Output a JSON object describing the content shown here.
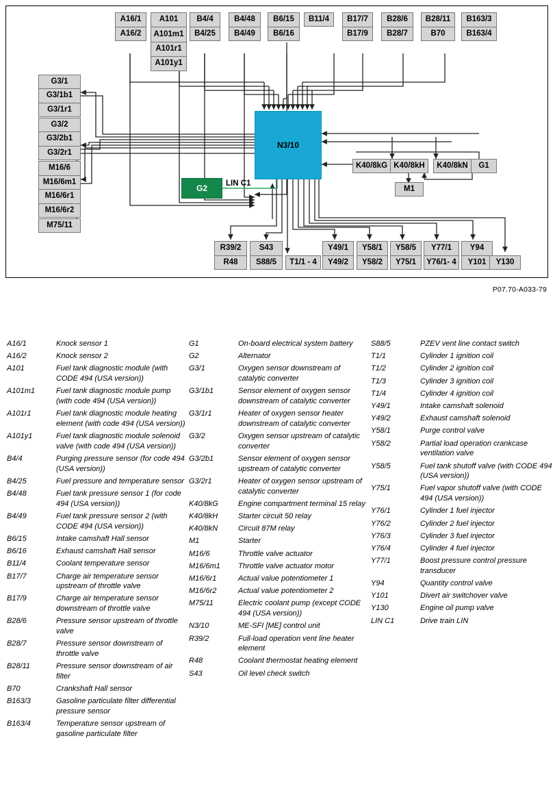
{
  "diagram": {
    "code": "P07.70-A033-79",
    "ecu": {
      "label": "N3/10"
    },
    "alternator": {
      "label": "G2"
    },
    "lin_label": "LIN C1",
    "top_boxes": [
      {
        "cells": [
          "A16/1",
          "A16/2"
        ]
      },
      {
        "cells": [
          "A101",
          "A101m1",
          "A101r1",
          "A101y1"
        ]
      },
      {
        "cells": [
          "B4/4",
          "B4/25"
        ]
      },
      {
        "cells": [
          "B4/48",
          "B4/49"
        ]
      },
      {
        "cells": [
          "B6/15",
          "B6/16"
        ]
      },
      {
        "cells": [
          "B11/4"
        ]
      },
      {
        "cells": [
          "B17/7",
          "B17/9"
        ]
      },
      {
        "cells": [
          "B28/6",
          "B28/7"
        ]
      },
      {
        "cells": [
          "B28/11",
          "B70"
        ]
      },
      {
        "cells": [
          "B163/3",
          "B163/4"
        ]
      }
    ],
    "left_boxes": [
      {
        "cells": [
          "G3/1",
          "G3/1b1",
          "G3/1r1"
        ]
      },
      {
        "cells": [
          "G3/2",
          "G3/2b1",
          "G3/2r1"
        ]
      },
      {
        "cells": [
          "M16/6",
          "M16/6m1",
          "M16/6r1",
          "M16/6r2"
        ]
      },
      {
        "cells": [
          "M75/11"
        ]
      }
    ],
    "right_boxes": [
      {
        "cells": [
          "K40/8kG"
        ]
      },
      {
        "cells": [
          "K40/8kH"
        ]
      },
      {
        "cells": [
          "K40/8kN"
        ]
      },
      {
        "cells": [
          "G1"
        ]
      },
      {
        "cells": [
          "M1"
        ]
      }
    ],
    "bottom_boxes": [
      {
        "cells": [
          "R39/2",
          "R48"
        ]
      },
      {
        "cells": [
          "S43",
          "S88/5"
        ]
      },
      {
        "cells": [
          "T1/1 - 4"
        ]
      },
      {
        "cells": [
          "Y49/1",
          "Y49/2"
        ]
      },
      {
        "cells": [
          "Y58/1",
          "Y58/2"
        ]
      },
      {
        "cells": [
          "Y58/5",
          "Y75/1"
        ]
      },
      {
        "cells": [
          "Y77/1",
          "Y76/1- 4"
        ]
      },
      {
        "cells": [
          "Y94",
          "Y101"
        ]
      },
      {
        "cells": [
          "Y130"
        ]
      }
    ]
  },
  "legend": {
    "columns": [
      [
        {
          "key": "A16/1",
          "desc": "Knock sensor 1"
        },
        {
          "key": "A16/2",
          "desc": "Knock sensor 2"
        },
        {
          "key": "A101",
          "desc": "Fuel tank diagnostic module (with CODE 494 (USA version))"
        },
        {
          "key": "A101m1",
          "desc": "Fuel tank diagnostic module pump (with code 494 (USA version))"
        },
        {
          "key": "A101r1",
          "desc": "Fuel tank diagnostic module heating element (with code 494 (USA version))"
        },
        {
          "key": "A101y1",
          "desc": "Fuel tank diagnostic module solenoid valve (with code 494 (USA version))"
        },
        {
          "key": "B4/4",
          "desc": "Purging pressure sensor (for code 494 (USA version))"
        },
        {
          "key": "B4/25",
          "desc": "Fuel pressure and temperature sensor"
        },
        {
          "key": "B4/48",
          "desc": "Fuel tank pressure sensor 1 (for code 494 (USA version))"
        },
        {
          "key": "B4/49",
          "desc": "Fuel tank pressure sensor 2 (with CODE 494 (USA version))"
        },
        {
          "key": "B6/15",
          "desc": "Intake camshaft Hall sensor"
        },
        {
          "key": "B6/16",
          "desc": "Exhaust camshaft Hall sensor"
        },
        {
          "key": "B11/4",
          "desc": "Coolant temperature sensor"
        },
        {
          "key": "B17/7",
          "desc": "Charge air temperature sensor upstream of throttle valve"
        },
        {
          "key": "B17/9",
          "desc": "Charge air temperature sensor downstream of throttle valve"
        },
        {
          "key": "B28/6",
          "desc": "Pressure sensor upstream of throttle valve"
        },
        {
          "key": "B28/7",
          "desc": "Pressure sensor downstream of throttle valve"
        },
        {
          "key": "B28/11",
          "desc": "Pressure sensor downstream of air filter"
        },
        {
          "key": "B70",
          "desc": "Crankshaft Hall sensor"
        },
        {
          "key": "B163/3",
          "desc": "Gasoline particulate filter differential pressure sensor"
        },
        {
          "key": "B163/4",
          "desc": "Temperature sensor upstream of gasoline particulate filter"
        }
      ],
      [
        {
          "key": "G1",
          "desc": "On-board electrical system battery"
        },
        {
          "key": "G2",
          "desc": "Alternator"
        },
        {
          "key": "G3/1",
          "desc": "Oxygen sensor downstream of catalytic converter"
        },
        {
          "key": "G3/1b1",
          "desc": "Sensor element of oxygen sensor downstream of catalytic converter"
        },
        {
          "key": "G3/1r1",
          "desc": "Heater of oxygen sensor heater downstream of catalytic converter"
        },
        {
          "key": "G3/2",
          "desc": "Oxygen sensor upstream of catalytic converter"
        },
        {
          "key": "G3/2b1",
          "desc": "Sensor element of oxygen sensor upstream of catalytic converter"
        },
        {
          "key": "G3/2r1",
          "desc": "Heater of oxygen sensor upstream of catalytic converter"
        },
        {
          "key": "K40/8kG",
          "desc": "Engine compartment terminal 15 relay"
        },
        {
          "key": "K40/8kH",
          "desc": "Starter circuit 50 relay"
        },
        {
          "key": "K40/8kN",
          "desc": "Circuit 87M relay"
        },
        {
          "key": "M1",
          "desc": "Starter"
        },
        {
          "key": "M16/6",
          "desc": "Throttle valve actuator"
        },
        {
          "key": "M16/6m1",
          "desc": "Throttle valve actuator motor"
        },
        {
          "key": "M16/6r1",
          "desc": "Actual value potentiometer 1"
        },
        {
          "key": "M16/6r2",
          "desc": "Actual value potentiometer 2"
        },
        {
          "key": "M75/11",
          "desc": "Electric coolant pump (except CODE 494 (USA version))"
        },
        {
          "key": "N3/10",
          "desc": "ME-SFI [ME] control unit"
        },
        {
          "key": "R39/2",
          "desc": "Full-load operation vent line heater element"
        },
        {
          "key": "R48",
          "desc": "Coolant thermostat heating element"
        },
        {
          "key": "S43",
          "desc": "Oil level check switch"
        }
      ],
      [
        {
          "key": "S88/5",
          "desc": "PZEV vent line contact switch"
        },
        {
          "key": "T1/1",
          "desc": "Cylinder 1 ignition coil"
        },
        {
          "key": "T1/2",
          "desc": "Cylinder 2 ignition coil"
        },
        {
          "key": "T1/3",
          "desc": "Cylinder 3 ignition coil"
        },
        {
          "key": "T1/4",
          "desc": "Cylinder 4 ignition coil"
        },
        {
          "key": "Y49/1",
          "desc": "Intake camshaft solenoid"
        },
        {
          "key": "Y49/2",
          "desc": "Exhaust camshaft solenoid"
        },
        {
          "key": "Y58/1",
          "desc": "Purge control valve"
        },
        {
          "key": "Y58/2",
          "desc": "Partial load operation crankcase ventilation valve"
        },
        {
          "key": "Y58/5",
          "desc": "Fuel tank shutoff valve (with CODE 494 (USA version))"
        },
        {
          "key": "Y75/1",
          "desc": "Fuel vapor shutoff valve (with CODE 494 (USA version))"
        },
        {
          "key": "Y76/1",
          "desc": "Cylinder 1 fuel injector"
        },
        {
          "key": "Y76/2",
          "desc": "Cylinder 2 fuel injector"
        },
        {
          "key": "Y76/3",
          "desc": "Cylinder 3 fuel injector"
        },
        {
          "key": "Y76/4",
          "desc": "Cylinder 4 fuel injector"
        },
        {
          "key": "Y77/1",
          "desc": "Boost pressure control pressure transducer"
        },
        {
          "key": "Y94",
          "desc": "Quantity control valve"
        },
        {
          "key": "Y101",
          "desc": "Divert air switchover valve"
        },
        {
          "key": "Y130",
          "desc": "Engine oil pump valve"
        },
        {
          "key": "LIN C1",
          "desc": "Drive train LIN"
        }
      ]
    ]
  }
}
